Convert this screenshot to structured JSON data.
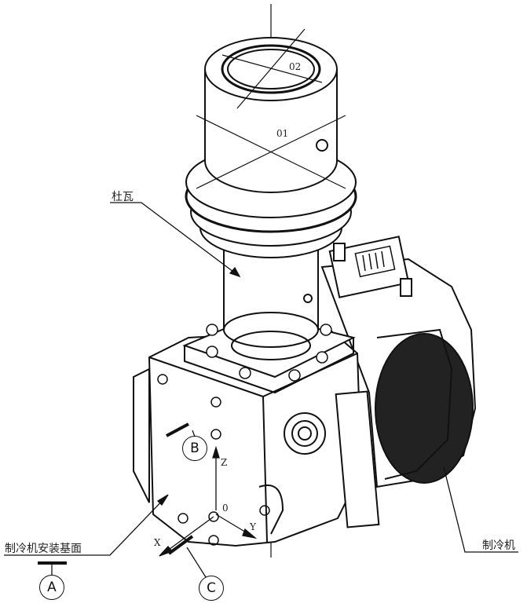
{
  "labels": {
    "dewar": "杜瓦",
    "cooler": "制冷机",
    "cooler_mount_surface": "制冷机安装基面",
    "axis_01": "01",
    "axis_02": "02",
    "origin": "0",
    "axis_x": "X",
    "axis_y": "Y",
    "axis_z": "Z",
    "datum_a": "A",
    "datum_b": "B",
    "datum_c": "C"
  },
  "colors": {
    "line": "#111111",
    "background": "#ffffff"
  }
}
